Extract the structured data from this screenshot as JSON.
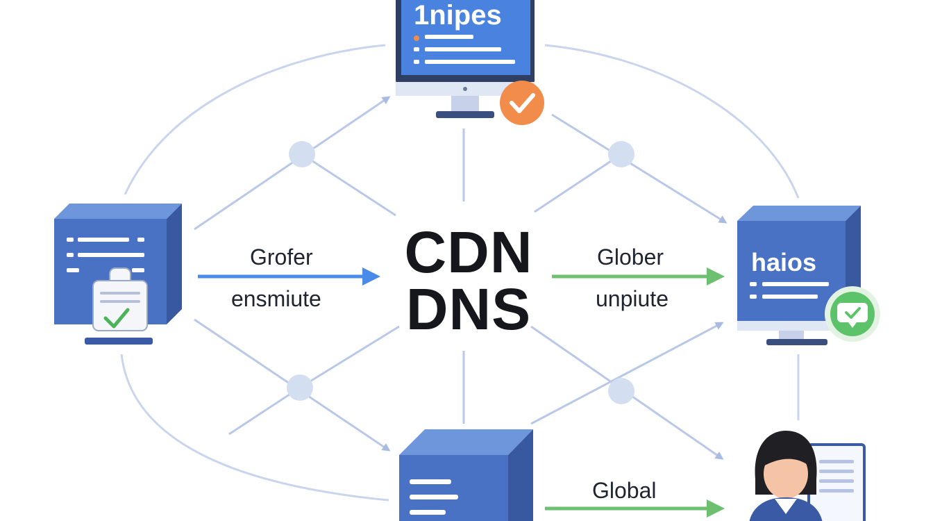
{
  "center": {
    "line1": "CDN",
    "line2": "DNS"
  },
  "top_monitor": {
    "screen_title": "1nipes"
  },
  "right_server": {
    "screen_title": "haios"
  },
  "edges": {
    "left_arrow_label_1": "Grofer",
    "left_arrow_label_2": "ensmiute",
    "right_arrow_label_1": "Glober",
    "right_arrow_label_2": "unpiute",
    "bottom_arrow_label": "Global"
  },
  "colors": {
    "server_blue": "#4a72c4",
    "server_side": "#3a5aa6",
    "connector": "#b9c8e6",
    "node": "#d4def1",
    "arrow_blue": "#4a8ae8",
    "arrow_green": "#6cc070",
    "badge_orange": "#f28c4a",
    "badge_green": "#5cc36a"
  }
}
